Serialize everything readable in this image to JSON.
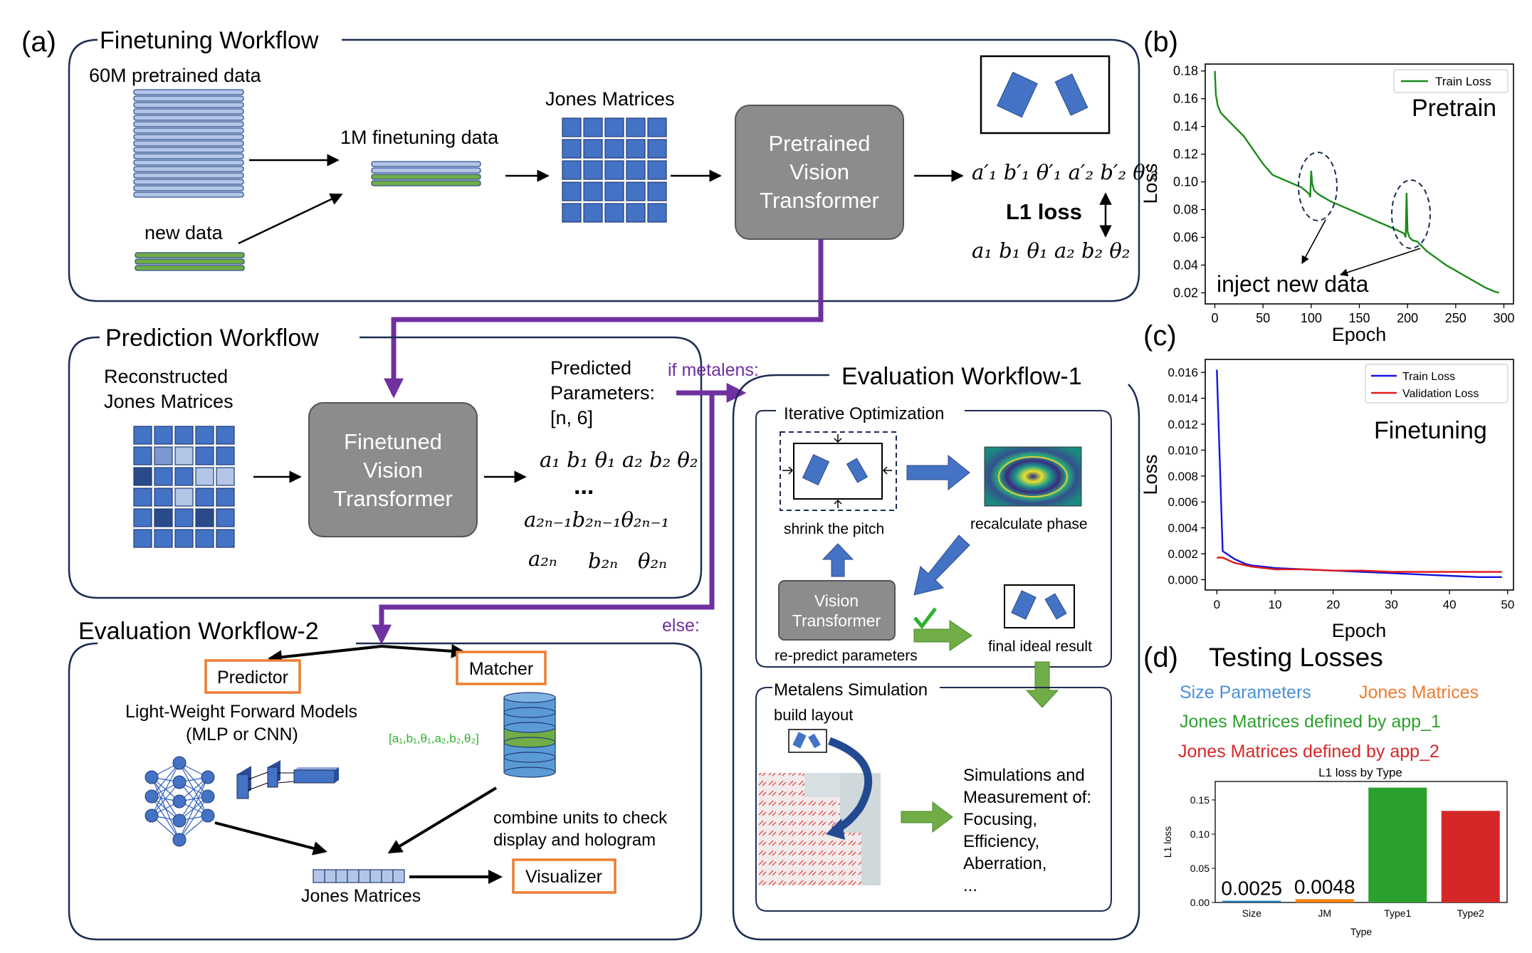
{
  "colors": {
    "blue": "#4472c4",
    "light_blue": "#b4c6e7",
    "green": "#70ad47",
    "dark_green": "#1a8a1a",
    "purple": "#7030a0",
    "orange": "#ed7d31",
    "gray_box": "#8c8c8c",
    "pretrain_line": "#1b8a1b",
    "train_loss_blue": "#1515e0",
    "val_loss_red": "#e01b1b",
    "bar_size": "#1f77b4",
    "bar_jm": "#ff7f0e",
    "bar_type1": "#2ca02c",
    "bar_type2": "#d62728"
  },
  "panel_a": {
    "label": "(a)",
    "finetuning": {
      "title": "Finetuning Workflow",
      "pretrained_data": "60M pretrained data",
      "new_data": "new data",
      "finetuning_data": "1M finetuning data",
      "jones_matrices": "Jones Matrices",
      "pretrained_vit": [
        "Pretrained",
        "Vision",
        "Transformer"
      ],
      "predicted_params": "a′₁ b′₁ θ′₁ a′₂ b′₂ θ′₂",
      "loss": "L1 loss",
      "true_params": "a₁ b₁ θ₁ a₂ b₂ θ₂"
    },
    "prediction": {
      "title": "Prediction Workflow",
      "reconstructed": [
        "Reconstructed",
        "Jones Matrices"
      ],
      "finetuned_vit": [
        "Finetuned",
        "Vision",
        "Transformer"
      ],
      "predicted_params": [
        "Predicted",
        "Parameters:",
        "[n, 6]"
      ],
      "row1": "a₁ b₁ θ₁ a₂ b₂ θ₂",
      "dots": "...",
      "row2": "a₂ₙ₋₁b₂ₙ₋₁θ₂ₙ₋₁",
      "row3": [
        "a₂ₙ",
        "b₂ₙ",
        "θ₂ₙ"
      ]
    },
    "branch": {
      "if_metalens": "if metalens:",
      "else": "else:"
    },
    "evaluation1": {
      "title": "Evaluation Workflow-1",
      "iterative": {
        "title": "Iterative Optimization",
        "shrink": "shrink the pitch",
        "recalc": "recalculate phase",
        "vit": [
          "Vision",
          "Transformer"
        ],
        "repredict": "re-predict parameters",
        "final": "final ideal result"
      },
      "simulation": {
        "title": "Metalens Simulation",
        "build": "build layout",
        "measure": [
          "Simulations and",
          "Measurement of:",
          "Focusing,",
          "Efficiency,",
          "Aberration,",
          "..."
        ]
      }
    },
    "evaluation2": {
      "title": "Evaluation Workflow-2",
      "predictor": "Predictor",
      "matcher": "Matcher",
      "forward_models": [
        "Light-Weight Forward Models",
        "(MLP or CNN)"
      ],
      "matcher_params": "[a₁,b₁,θ₁,a₂,b₂,θ₂]",
      "jones": "Jones Matrices",
      "combine": [
        "combine units to check",
        "display and hologram"
      ],
      "visualizer": "Visualizer"
    }
  },
  "panel_b": {
    "label": "(b)",
    "annotation": "Pretrain",
    "inject": "inject new data"
  },
  "panel_c": {
    "label": "(c)",
    "annotation": "Finetuning"
  },
  "panel_d": {
    "label": "(d)",
    "title": "Testing Losses",
    "legend": {
      "size": "Size Parameters",
      "jm": "Jones Matrices",
      "app1": "Jones Matrices defined by app_1",
      "app2": "Jones Matrices defined by app_2"
    }
  },
  "chart_data": [
    {
      "id": "pretrain",
      "type": "line",
      "xlabel": "Epoch",
      "ylabel": "Loss",
      "xlim": [
        -10,
        310
      ],
      "ylim": [
        0.012,
        0.185
      ],
      "xticks": [
        0,
        50,
        100,
        150,
        200,
        250,
        300
      ],
      "yticks": [
        0.02,
        0.04,
        0.06,
        0.08,
        0.1,
        0.12,
        0.14,
        0.16,
        0.18
      ],
      "ytick_labels": [
        "0.02",
        "0.04",
        "0.06",
        "0.08",
        "0.10",
        "0.12",
        "0.14",
        "0.16",
        "0.18"
      ],
      "legend": "top-right",
      "series": [
        {
          "name": "Train Loss",
          "x": [
            0,
            1,
            3,
            6,
            10,
            20,
            30,
            40,
            50,
            60,
            70,
            80,
            90,
            97,
            98,
            99,
            100,
            101,
            103,
            106,
            110,
            120,
            130,
            140,
            150,
            160,
            170,
            180,
            190,
            196,
            197,
            198,
            199,
            200,
            202,
            205,
            210,
            220,
            230,
            240,
            250,
            260,
            270,
            280,
            290,
            295
          ],
          "y": [
            0.18,
            0.163,
            0.155,
            0.15,
            0.147,
            0.14,
            0.133,
            0.123,
            0.113,
            0.105,
            0.102,
            0.099,
            0.096,
            0.092,
            0.091,
            0.089,
            0.108,
            0.099,
            0.094,
            0.092,
            0.09,
            0.086,
            0.083,
            0.08,
            0.077,
            0.074,
            0.071,
            0.068,
            0.065,
            0.063,
            0.062,
            0.06,
            0.092,
            0.064,
            0.06,
            0.058,
            0.057,
            0.05,
            0.045,
            0.04,
            0.036,
            0.032,
            0.028,
            0.024,
            0.021,
            0.02
          ]
        }
      ]
    },
    {
      "id": "finetune",
      "type": "line",
      "xlabel": "Epoch",
      "ylabel": "Loss",
      "xlim": [
        -2,
        51
      ],
      "ylim": [
        -0.0008,
        0.017
      ],
      "xticks": [
        0,
        10,
        20,
        30,
        40,
        50
      ],
      "yticks": [
        0.0,
        0.002,
        0.004,
        0.006,
        0.008,
        0.01,
        0.012,
        0.014,
        0.016
      ],
      "ytick_labels": [
        "0.000",
        "0.002",
        "0.004",
        "0.006",
        "0.008",
        "0.010",
        "0.012",
        "0.014",
        "0.016"
      ],
      "legend": "top-right",
      "series": [
        {
          "name": "Train Loss",
          "x": [
            0,
            1,
            2,
            3,
            4,
            5,
            6,
            8,
            10,
            15,
            20,
            25,
            30,
            35,
            40,
            45,
            49
          ],
          "y": [
            0.0162,
            0.0022,
            0.0019,
            0.0016,
            0.0014,
            0.0012,
            0.0011,
            0.001,
            0.0009,
            0.0008,
            0.0007,
            0.0006,
            0.0005,
            0.0004,
            0.0003,
            0.0002,
            0.0002
          ]
        },
        {
          "name": "Validation Loss",
          "x": [
            0,
            1,
            2,
            3,
            4,
            5,
            6,
            8,
            10,
            15,
            20,
            25,
            30,
            35,
            40,
            45,
            49
          ],
          "y": [
            0.0017,
            0.0017,
            0.0015,
            0.0013,
            0.0012,
            0.0011,
            0.001,
            0.0009,
            0.0008,
            0.0008,
            0.0007,
            0.0007,
            0.0006,
            0.0006,
            0.0006,
            0.0006,
            0.0006
          ]
        }
      ]
    },
    {
      "id": "l1_by_type",
      "type": "bar",
      "title": "L1 loss by Type",
      "xlabel": "Type",
      "ylabel": "L1 loss",
      "categories": [
        "Size",
        "JM",
        "Type1",
        "Type2"
      ],
      "values": [
        0.0025,
        0.0048,
        0.168,
        0.134
      ],
      "value_labels": [
        "0.0025",
        "0.0048",
        "",
        ""
      ],
      "ylim": [
        0,
        0.177
      ],
      "yticks": [
        0.0,
        0.05,
        0.1,
        0.15
      ],
      "ytick_labels": [
        "0.00",
        "0.05",
        "0.10",
        "0.15"
      ]
    }
  ]
}
